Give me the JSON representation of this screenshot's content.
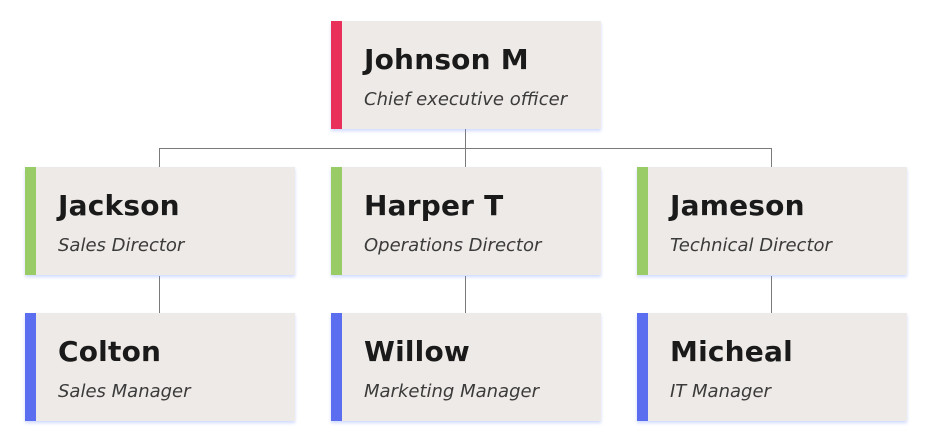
{
  "colors": {
    "executive": "#e8305a",
    "director": "#99cc66",
    "manager": "#5b6ef0",
    "card_bg": "#eeeae7",
    "connector": "#7a7a7a"
  },
  "ceo": {
    "name": "Johnson M",
    "role": "Chief executive officer"
  },
  "directors": [
    {
      "name": "Jackson",
      "role": "Sales Director"
    },
    {
      "name": "Harper T",
      "role": "Operations Director"
    },
    {
      "name": "Jameson",
      "role": "Technical Director"
    }
  ],
  "managers": [
    {
      "name": "Colton",
      "role": "Sales Manager"
    },
    {
      "name": "Willow",
      "role": "Marketing Manager"
    },
    {
      "name": "Micheal",
      "role": "IT Manager"
    }
  ]
}
